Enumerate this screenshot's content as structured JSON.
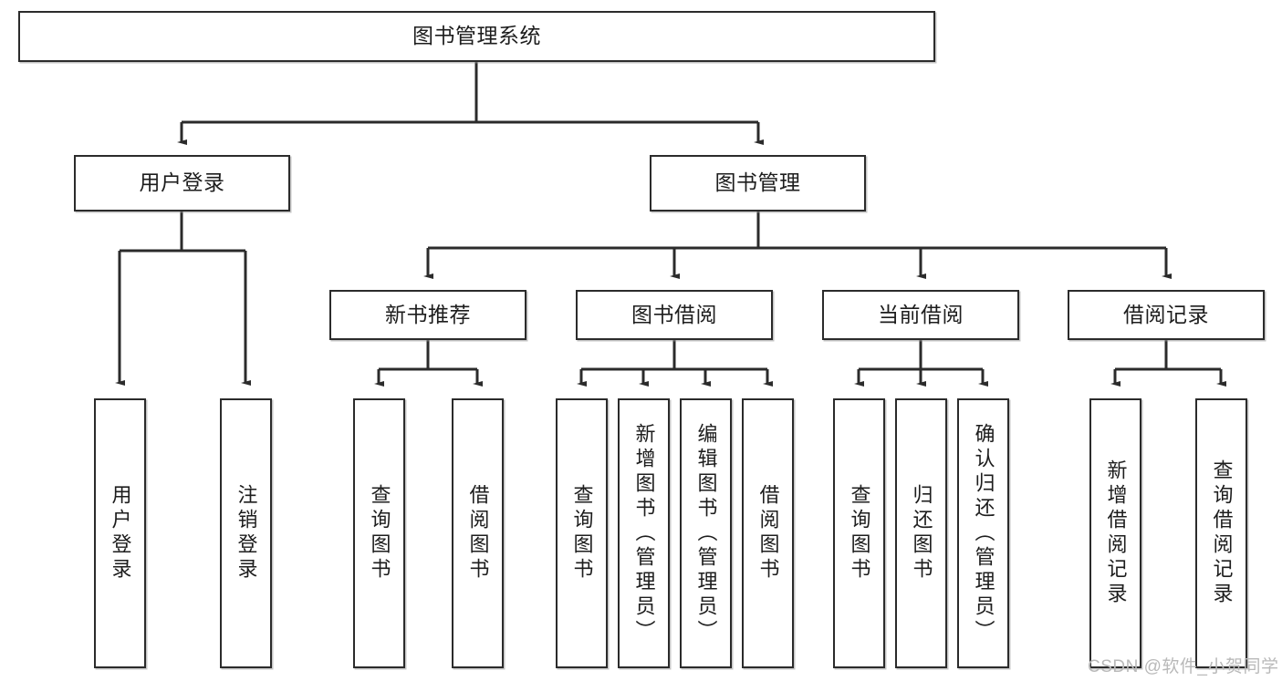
{
  "diagram": {
    "title": "图书管理系统",
    "type": "hierarchy-tree",
    "root": {
      "id": "root",
      "label": "图书管理系统"
    },
    "level2": [
      {
        "id": "user-login",
        "label": "用户登录"
      },
      {
        "id": "book-manage",
        "label": "图书管理"
      }
    ],
    "level3": [
      {
        "id": "new-book-recommend",
        "label": "新书推荐"
      },
      {
        "id": "book-borrow",
        "label": "图书借阅"
      },
      {
        "id": "current-borrow",
        "label": "当前借阅"
      },
      {
        "id": "borrow-record",
        "label": "借阅记录"
      }
    ],
    "leaves": {
      "user_login": [
        {
          "id": "leaf-user-login",
          "label": "用户登录"
        },
        {
          "id": "leaf-logout-login",
          "label": "注销登录"
        }
      ],
      "new_book_recommend": [
        {
          "id": "leaf-query-book-1",
          "label": "查询图书"
        },
        {
          "id": "leaf-borrow-book-1",
          "label": "借阅图书"
        }
      ],
      "book_borrow": [
        {
          "id": "leaf-query-book-2",
          "label": "查询图书"
        },
        {
          "id": "leaf-add-book",
          "label": "新增图书（管理员）"
        },
        {
          "id": "leaf-edit-book",
          "label": "编辑图书（管理员）"
        },
        {
          "id": "leaf-borrow-book-2",
          "label": "借阅图书"
        }
      ],
      "current_borrow": [
        {
          "id": "leaf-query-book-3",
          "label": "查询图书"
        },
        {
          "id": "leaf-return-book",
          "label": "归还图书"
        },
        {
          "id": "leaf-confirm-return",
          "label": "确认归还（管理员）"
        }
      ],
      "borrow_record": [
        {
          "id": "leaf-add-record",
          "label": "新增借阅记录"
        },
        {
          "id": "leaf-query-record",
          "label": "查询借阅记录"
        }
      ]
    }
  },
  "watermark": {
    "text": "CSDN @软件_小贺同学"
  },
  "colors": {
    "stroke": "#2b2b2b",
    "fill": "#ffffff",
    "text": "#1d1d1d",
    "watermark": "#b9b9b9"
  }
}
